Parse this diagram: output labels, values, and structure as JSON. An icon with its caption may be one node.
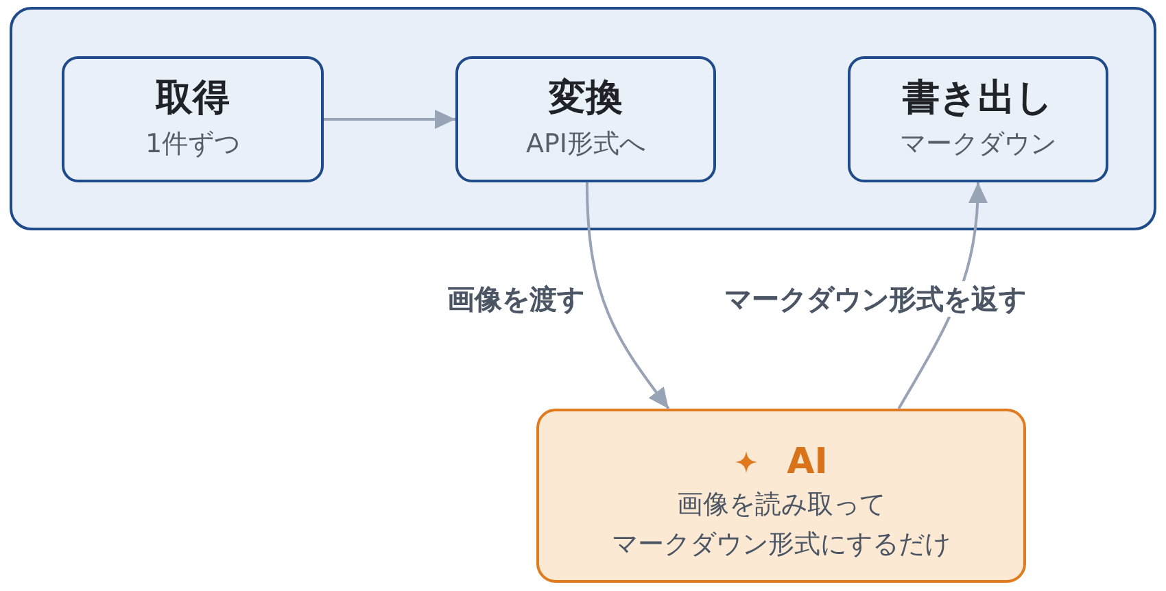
{
  "diagram": {
    "nodes": [
      {
        "text": [],
        "shape": "box"
      },
      {
        "text": [
          "取得",
          "1件ずつ"
        ],
        "in": 0
      },
      {
        "text": [
          "変換",
          "API形式へ"
        ],
        "in": 0
      },
      {
        "text": [
          "書き出し",
          "マークダウン"
        ],
        "in": 0
      },
      {
        "text": [
          "AI",
          "画像を読み取って",
          "マークダウン形式にするだけ"
        ]
      }
    ],
    "edges": [
      {
        "from": 1,
        "to": 2,
        "arrow": "to"
      },
      {
        "from": 2,
        "to": 4,
        "arrow": "to",
        "label": "画像を渡す"
      },
      {
        "from": 4,
        "to": 3,
        "arrow": "to",
        "label": "マークダウン形式を返す"
      }
    ]
  }
}
